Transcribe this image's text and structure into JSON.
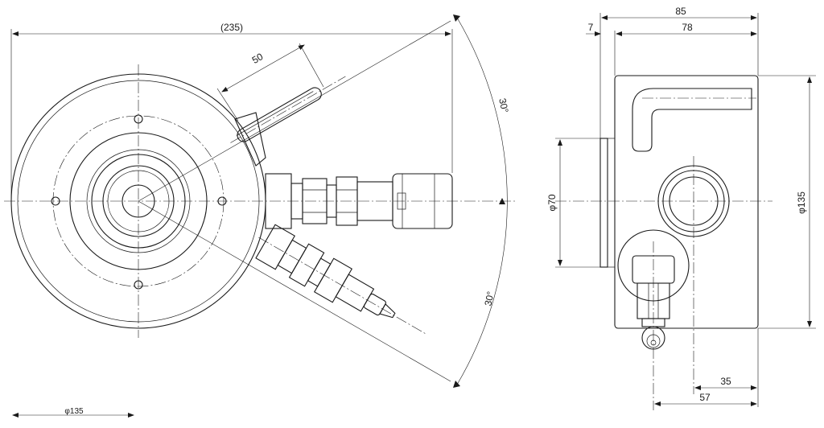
{
  "drawing": {
    "front_view": {
      "width_dim": "(235)",
      "handle_dim": "50",
      "angle_upper": "30°",
      "angle_lower": "30°",
      "bottom_dim": "φ135"
    },
    "side_view": {
      "total_dim": "85",
      "flange_dim": "7",
      "body_dim": "78",
      "pilot_dia": "φ70",
      "outer_dia": "φ135",
      "port_offset_35": "35",
      "port_offset_57": "57"
    }
  }
}
